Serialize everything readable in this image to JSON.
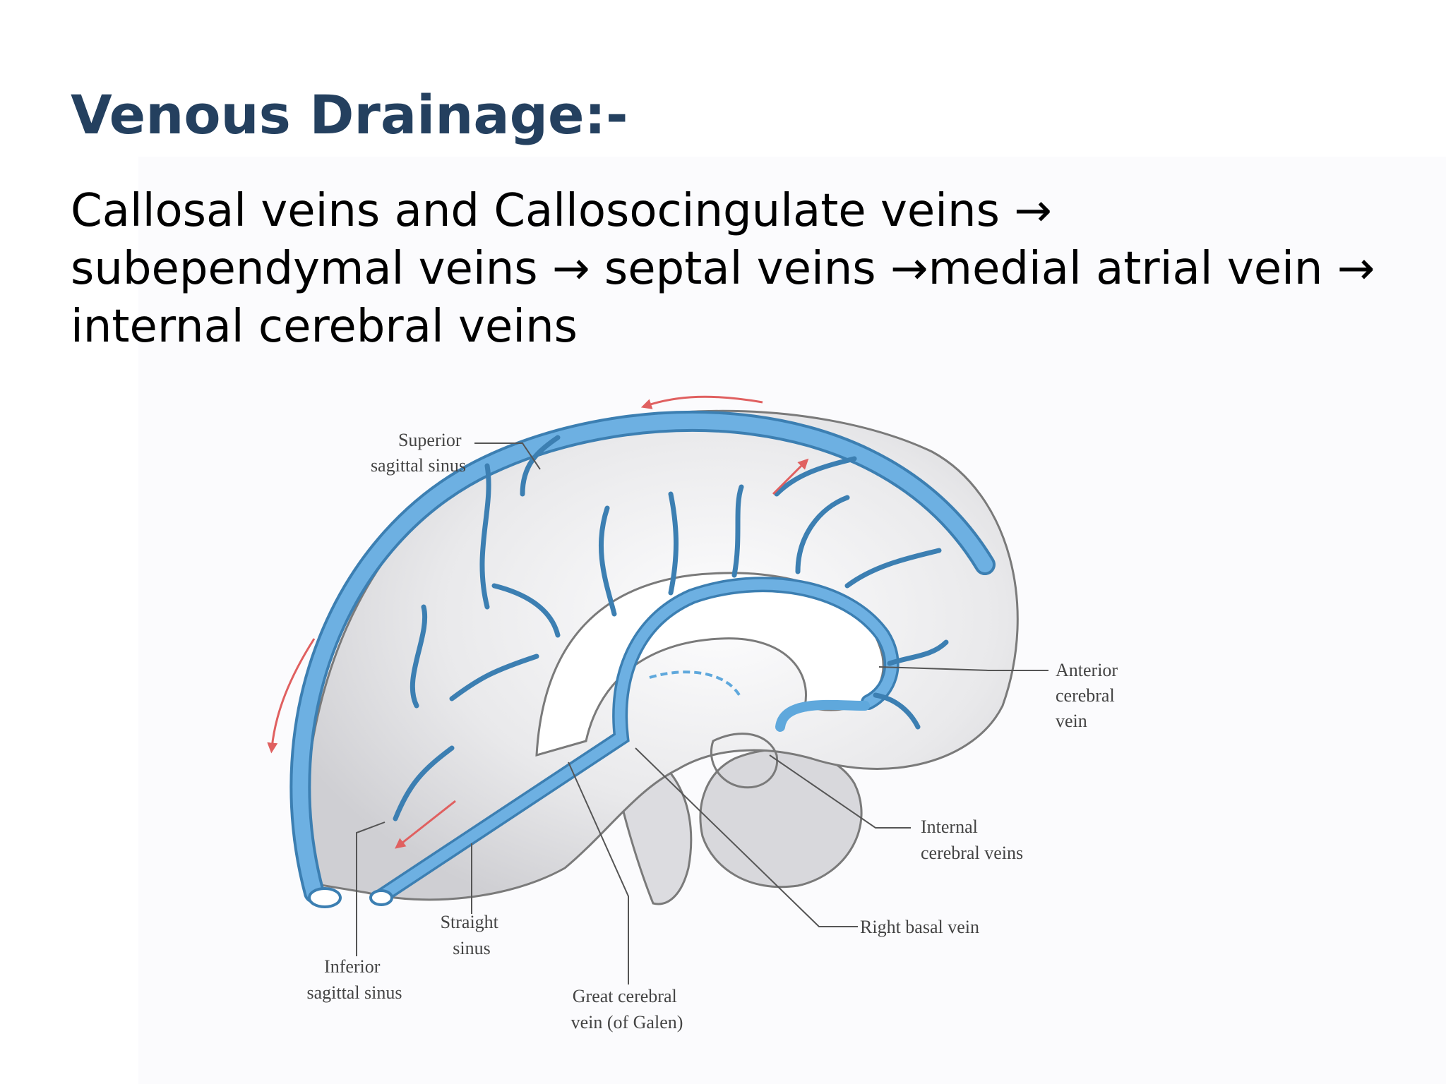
{
  "slide": {
    "title": "Venous Drainage:-",
    "body": "Callosal veins and Callosocingulate veins → subependymal veins → septal veins →medial atrial vein → internal cerebral veins"
  },
  "figure": {
    "labels": {
      "superior_sagittal_sinus": [
        "Superior",
        "sagittal sinus"
      ],
      "inferior_sagittal_sinus": [
        "Inferior",
        "sagittal sinus"
      ],
      "straight_sinus": [
        "Straight",
        "sinus"
      ],
      "great_cerebral_vein": [
        "Great cerebral",
        "vein (of Galen)"
      ],
      "right_basal_vein": [
        "Right basal vein"
      ],
      "internal_cerebral_veins": [
        "Internal",
        "cerebral veins"
      ],
      "anterior_cerebral_vein": [
        "Anterior",
        "cerebral",
        "vein"
      ]
    }
  },
  "colors": {
    "title": "#24405f",
    "vein_fill": "#5fa8dc",
    "vein_stroke": "#3c7fb2",
    "brain_fill": "#e6e6e8",
    "outline": "#777777",
    "flow_arrow": "#e06060"
  }
}
